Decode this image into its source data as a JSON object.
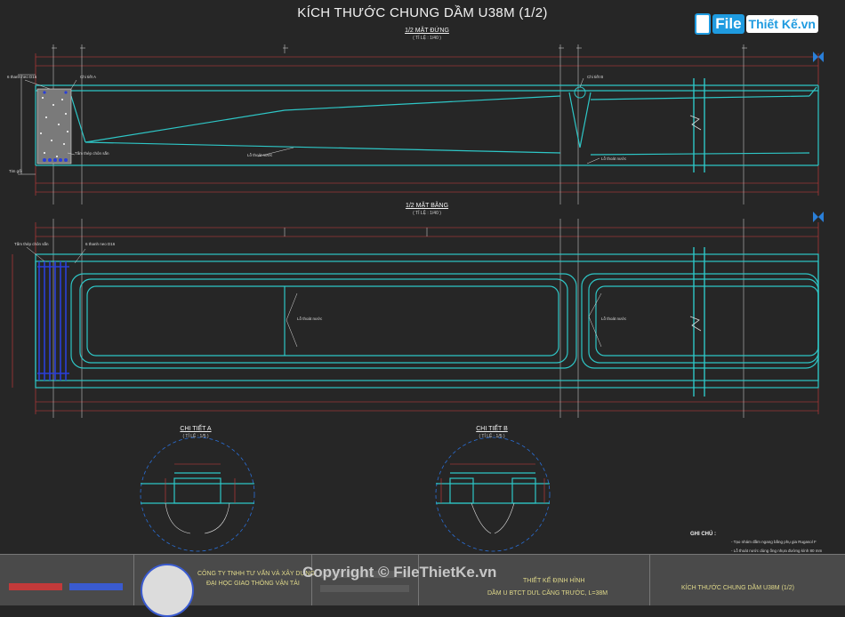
{
  "title": "KÍCH THƯỚC CHUNG DẦM U38M (1/2)",
  "logo": {
    "file": "File",
    "rest": "Thiết Kế.vn"
  },
  "views": {
    "elevation": {
      "title": "1/2 MẶT ĐỨNG",
      "scale": "( TỈ LỆ : 1/40 )"
    },
    "plan": {
      "title": "1/2 MẶT BẰNG",
      "scale": "( TỈ LỆ : 1/40 )"
    },
    "detail_a": {
      "title": "CHI TIẾT A",
      "scale": "( TỈ LỆ : 1/5 )"
    },
    "detail_b": {
      "title": "CHI TIẾT B",
      "scale": "( TỈ LỆ : 1/5 )"
    }
  },
  "elevation_notes": {
    "bar_anchor": "6 thanh neo D16",
    "steel_dia": "Chi tiết A",
    "detail_b": "Chi tiết B",
    "concrete": "Tấm thép chôn sẵn",
    "drain": "Lỗ thoát nước",
    "left_dim": "Tim gối"
  },
  "plan_notes": {
    "plate": "Tấm thép chôn sẵn",
    "bar_anchor": "6 thanh neo D16",
    "drain": "Lỗ thoát nước"
  },
  "ghichu": {
    "title": "GHI CHÚ :",
    "items": [
      "- Tạo nhám đầm ngang bằng phụ gia Rugasol F",
      "- Lỗ thoát nước dùng ống nhựa đường kính 80 mm"
    ]
  },
  "titleblock": {
    "company_line1": "CÔNG TY TNHH TƯ VẤN VÀ XÂY DỰNG",
    "company_line2": "ĐẠI HỌC GIAO THÔNG VẬN TẢI",
    "design_line1": "THIẾT KẾ ĐỊNH HÌNH",
    "design_line2": "DẦM U BTCT DƯL CĂNG TRƯỚC, L=38M",
    "drawing_title": "KÍCH THƯỚC CHUNG DẦM U38M (1/2)"
  },
  "watermark": "Copyright © FileThietKe.vn",
  "colors": {
    "background": "#262626",
    "cyan": "#2ec7c7",
    "dimension_red": "#d23c3c",
    "leader_white": "#dcdcdc",
    "rebar_blue": "#2a3fd8",
    "titleblock": "#4a4a4a"
  }
}
